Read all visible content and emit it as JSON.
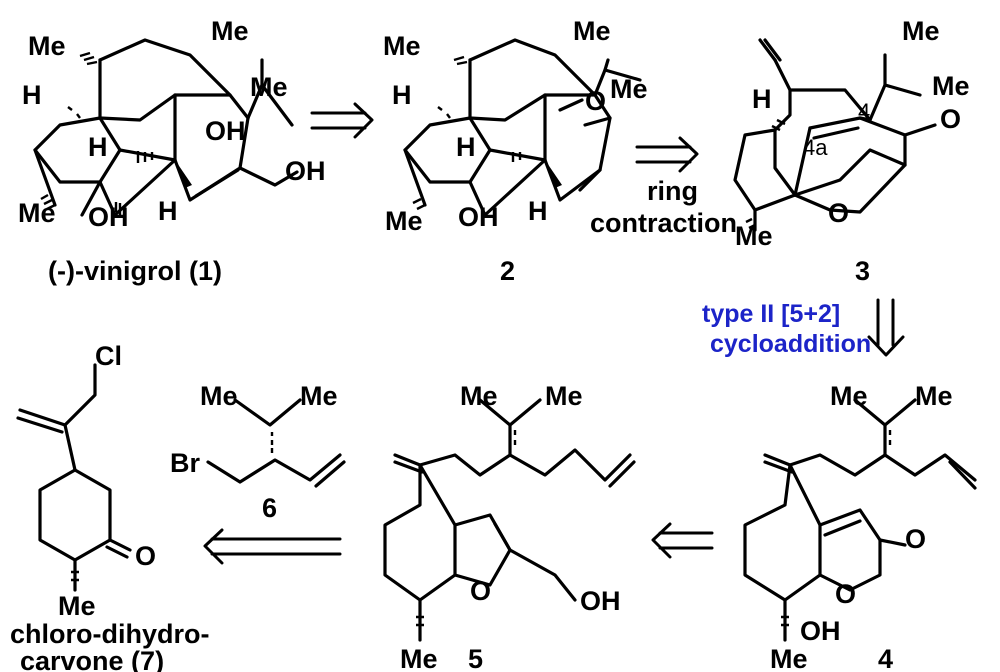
{
  "compounds": {
    "c1": {
      "name": "(-)-vinigrol (1)"
    },
    "c2": {
      "number": "2"
    },
    "c3": {
      "number": "3",
      "pos4": "4",
      "pos4a": "4a"
    },
    "c4": {
      "number": "4"
    },
    "c5": {
      "number": "5"
    },
    "c6": {
      "number": "6"
    },
    "c7": {
      "name_line1": "chloro-dihydro-",
      "name_line2": "carvone (7)"
    }
  },
  "atoms": {
    "me": "Me",
    "h": "H",
    "oh": "OH",
    "o": "O",
    "cl": "Cl",
    "br": "Br"
  },
  "arrows": {
    "a2": {
      "line1": "ring",
      "line2": "contraction"
    },
    "a3": {
      "line1": "type II [5+2]",
      "line2": "cycloaddition",
      "color": "#1c24c8"
    }
  }
}
